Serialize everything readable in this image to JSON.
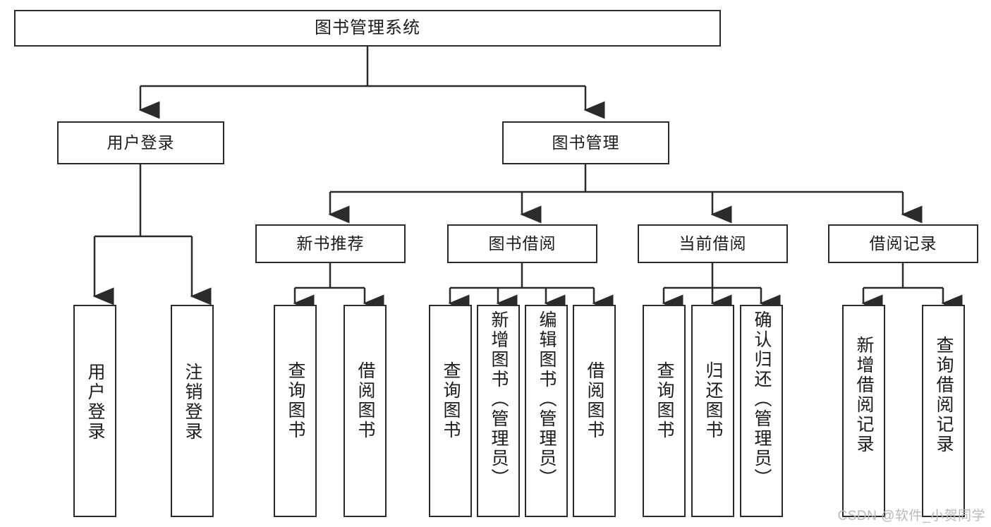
{
  "diagram": {
    "type": "tree-hierarchy",
    "root": {
      "label": "图书管理系统"
    },
    "level2": [
      {
        "label": "用户登录"
      },
      {
        "label": "图书管理"
      }
    ],
    "level3": [
      {
        "label": "新书推荐"
      },
      {
        "label": "图书借阅"
      },
      {
        "label": "当前借阅"
      },
      {
        "label": "借阅记录"
      }
    ],
    "leaves": {
      "user_login": [
        {
          "label": "用户登录"
        },
        {
          "label": "注销登录"
        }
      ],
      "new_book_recommend": [
        {
          "label": "查询图书"
        },
        {
          "label": "借阅图书"
        }
      ],
      "book_borrow": [
        {
          "label": "查询图书"
        },
        {
          "label": "新增图书（管理员）"
        },
        {
          "label": "编辑图书（管理员）"
        },
        {
          "label": "借阅图书"
        }
      ],
      "current_borrow": [
        {
          "label": "查询图书"
        },
        {
          "label": "归还图书"
        },
        {
          "label": "确认归还（管理员）"
        }
      ],
      "borrow_record": [
        {
          "label": "新增借阅记录"
        },
        {
          "label": "查询借阅记录"
        }
      ]
    }
  },
  "watermark": {
    "text": "CSDN @软件_小贺同学"
  },
  "colors": {
    "box_border": "#2b2b2b",
    "box_fill": "#ffffff",
    "connector": "#2b2b2b",
    "text": "#1b1b1b",
    "watermark": "#b9b9b9",
    "page_background": "#ffffff"
  }
}
